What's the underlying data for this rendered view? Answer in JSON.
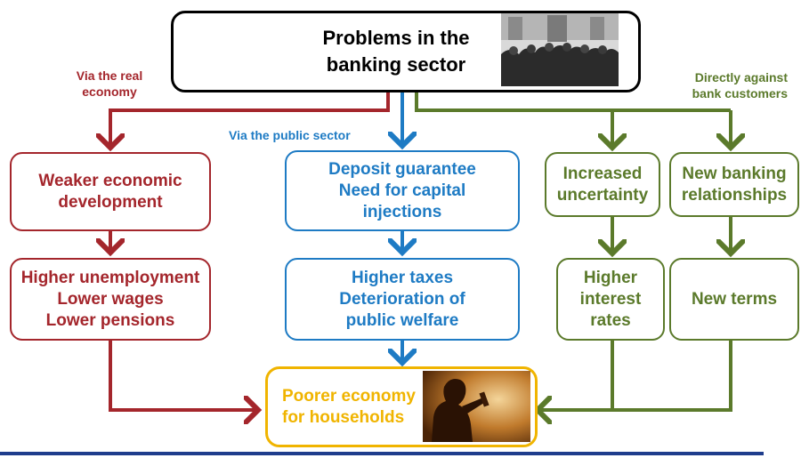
{
  "colors": {
    "real_economy": "#a4262c",
    "public_sector": "#1e7bc4",
    "bank_customers": "#5b7a2b",
    "households": "#f0b400",
    "footer_rule": "#1f3d8c"
  },
  "top_box": {
    "lines": [
      "Problems in the",
      "banking sector"
    ]
  },
  "paths": {
    "real": "Via the real\neconomy",
    "public": "Via the public sector",
    "direct": "Directly against\nbank customers"
  },
  "boxes": {
    "weaker": [
      "Weaker economic",
      "development"
    ],
    "deposit": [
      "Deposit guarantee",
      "Need for capital",
      "injections"
    ],
    "uncertainty": [
      "Increased",
      "uncertainty"
    ],
    "relationships": [
      "New banking",
      "relationships"
    ],
    "unemployment": [
      "Higher unemployment",
      "Lower wages",
      "Lower pensions"
    ],
    "taxes": [
      "Higher taxes",
      "Deterioration of",
      "public welfare"
    ],
    "interest": [
      "Higher",
      "interest",
      "rates"
    ],
    "terms": [
      "New terms"
    ],
    "poorer": [
      "Poorer economy",
      "for households"
    ]
  }
}
